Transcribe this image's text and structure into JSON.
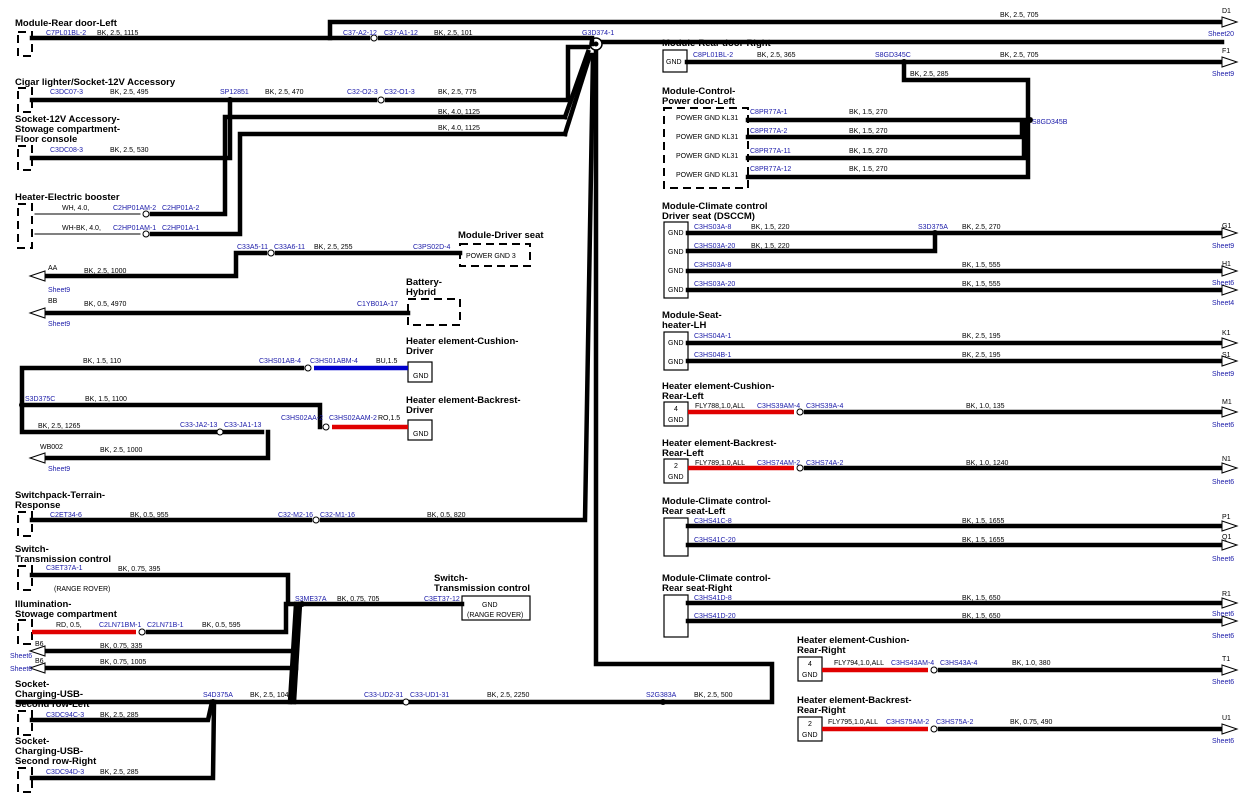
{
  "components": {
    "rear_door_left": "Module-Rear door-Left",
    "cigar_lighter": "Cigar lighter/Socket-12V Accessory",
    "socket_12v_1": "Socket-12V Accessory-",
    "socket_12v_2": "Stowage compartment-",
    "socket_12v_3": "Floor console",
    "heater_booster": "Heater-Electric booster",
    "driver_seat": "Module-Driver seat",
    "battery_1": "Battery-",
    "battery_2": "Hybrid",
    "cushion_driver_1": "Heater element-Cushion-",
    "cushion_driver_2": "Driver",
    "backrest_driver_1": "Heater element-Backrest-",
    "backrest_driver_2": "Driver",
    "terrain_1": "Switchpack-Terrain-",
    "terrain_2": "Response",
    "trans_ctrl_1": "Switch-",
    "trans_ctrl_2": "Transmission control",
    "trans_ctrl_r1": "Switch-",
    "trans_ctrl_r2": "Transmission control",
    "illum_1": "Illumination-",
    "illum_2": "Stowage compartment",
    "usb_left_1": "Socket-",
    "usb_left_2": "Charging-USB-",
    "usb_left_3": "Second row-Left",
    "usb_right_1": "Socket-",
    "usb_right_2": "Charging-USB-",
    "usb_right_3": "Second row-Right",
    "rear_door_right": "Module-Rear door-Right",
    "power_door_1": "Module-Control-",
    "power_door_2": "Power door-Left",
    "dsccm_1": "Module-Climate control",
    "dsccm_2": "Driver seat (DSCCM)",
    "seat_heater_1": "Module-Seat-",
    "seat_heater_2": "heater-LH",
    "cushion_rl_1": "Heater element-Cushion-",
    "cushion_rl_2": "Rear-Left",
    "backrest_rl_1": "Heater element-Backrest-",
    "backrest_rl_2": "Rear-Left",
    "cc_rear_left_1": "Module-Climate control-",
    "cc_rear_left_2": "Rear seat-Left",
    "cc_rear_right_1": "Module-Climate control-",
    "cc_rear_right_2": "Rear seat-Right",
    "cushion_rr_1": "Heater element-Cushion-",
    "cushion_rr_2": "Rear-Right",
    "backrest_rr_1": "Heater element-Backrest-",
    "backrest_rr_2": "Rear-Right"
  },
  "pins": {
    "power_gnd_3": "POWER GND 3",
    "gnd": "GND",
    "range_rover": "(RANGE ROVER)",
    "power_gnd_kl31": "POWER GND KL31",
    "pin_2": "2",
    "pin_4": "4"
  },
  "connectors": {
    "c7pl01bl_2": "C7PL01BL-2",
    "c37_a2_12": "C37-A2-12",
    "c37_a1_12": "C37-A1-12",
    "g3d374_1": "G3D374-1",
    "c3dc07_3": "C3DC07-3",
    "sp12851": "SP12851",
    "c32_o2_3": "C32-O2-3",
    "c32_o1_3": "C32-O1-3",
    "c3dc08_3": "C3DC08-3",
    "c2hp01am_2": "C2HP01AM-2",
    "c2hp01a_2": "C2HP01A-2",
    "c2hp01am_1": "C2HP01AM-1",
    "c2hp01a_1": "C2HP01A-1",
    "c33a5_11": "C33A5-11",
    "c33a6_11": "C33A6-11",
    "c3ps02d_4": "C3PS02D-4",
    "c1yb01a_17": "C1YB01A-17",
    "c3hs01ab_4": "C3HS01AB-4",
    "c3hs01abm_4": "C3HS01ABM-4",
    "s3d375c": "S3D375C",
    "c3hs02aa_2": "C3HS02AA-2",
    "c3hs02aam_2": "C3HS02AAM-2",
    "c33_ja2_13": "C33-JA2-13",
    "c33_ja1_13": "C33-JA1-13",
    "c2et34_6": "C2ET34-6",
    "c32_m2_16": "C32-M2-16",
    "c32_m1_16": "C32-M1-16",
    "c3et37a_1": "C3ET37A-1",
    "s3me37a": "S3ME37A",
    "c3et37_12": "C3ET37-12",
    "c2ln71bm_1": "C2LN71BM-1",
    "c2ln71b_1": "C2LN71B-1",
    "s4d375a": "S4D375A",
    "c33_ud2_31": "C33-UD2-31",
    "c33_ud1_31": "C33-UD1-31",
    "s2g383a": "S2G383A",
    "c3dc94c_3": "C3DC94C-3",
    "c3dc94d_3": "C3DC94D-3",
    "c8pl01bl_2": "C8PL01BL-2",
    "s8gd345c": "S8GD345C",
    "s8gd345b": "S8GD345B",
    "c8pr77a_1": "C8PR77A-1",
    "c8pr77a_2": "C8PR77A-2",
    "c8pr77a_11": "C8PR77A-11",
    "c8pr77a_12": "C8PR77A-12",
    "c3hs03a_8a": "C3HS03A-8",
    "c3hs03a_20a": "C3HS03A-20",
    "s3d375a": "S3D375A",
    "c3hs03a_8b": "C3HS03A-8",
    "c3hs03a_20b": "C3HS03A-20",
    "c3hs04a_1": "C3HS04A-1",
    "c3hs04b_1": "C3HS04B-1",
    "c3hs39am_4": "C3HS39AM-4",
    "c3hs39a_4": "C3HS39A-4",
    "c3hs74am_2": "C3HS74AM-2",
    "c3hs74a_2": "C3HS74A-2",
    "c3hs41c_8": "C3HS41C-8",
    "c3hs41c_20": "C3HS41C-20",
    "c3hs41d_8": "C3HS41D-8",
    "c3hs41d_20": "C3HS41D-20",
    "c3hs43am_4": "C3HS43AM-4",
    "c3hs43a_4": "C3HS43A-4",
    "c3hs75am_2": "C3HS75AM-2",
    "c3hs75a_2": "C3HS75A-2"
  },
  "wires": {
    "d1_top": "BK, 2.5, 705",
    "rdl": "BK, 2.5, 1115",
    "rdl2": "BK, 2.5, 101",
    "cig1": "BK, 2.5, 495",
    "cig2": "BK, 2.5, 470",
    "cig3": "BK, 2.5, 775",
    "w1125a": "BK, 4.0, 1125",
    "w1125b": "BK, 4.0, 1125",
    "sock530": "BK, 2.5, 530",
    "heat1": "WH, 4.0,",
    "heat2": "WH-BK, 4.0,",
    "seat255": "BK, 2.5, 255",
    "aa1000": "BK, 2.5, 1000",
    "bb4970": "BK, 0.5, 4970",
    "w110": "BK, 1.5, 110",
    "bu15": "BU,1.5",
    "w1100": "BK, 1.5, 1100",
    "w1265": "BK, 2.5, 1265",
    "ro15": "RO,1.5",
    "wb1000": "BK, 2.5, 1000",
    "terr955": "BK, 0.5, 955",
    "terr820": "BK, 0.5, 820",
    "tr395": "BK, 0.75, 395",
    "tr705": "BK, 0.75, 705",
    "rd05": "RD, 0.5,",
    "il595": "BK, 0.5, 595",
    "b335": "BK, 0.75, 335",
    "b1005": "BK, 0.75, 1005",
    "usb1040": "BK, 2.5, 1040",
    "usb2250": "BK, 2.5, 2250",
    "usb500": "BK, 2.5, 500",
    "usb285a": "BK, 2.5, 285",
    "usb285b": "BK, 2.5, 285",
    "rdr365": "BK, 2.5, 365",
    "rdr705": "BK, 2.5, 705",
    "rdr285": "BK, 2.5, 285",
    "pd270a": "BK, 1.5, 270",
    "pd270b": "BK, 1.5, 270",
    "pd270c": "BK, 1.5, 270",
    "pd270d": "BK, 1.5, 270",
    "ds220a": "BK, 1.5, 220",
    "ds220b": "BK, 1.5, 220",
    "ds270": "BK, 2.5, 270",
    "ds555a": "BK, 1.5, 555",
    "ds555b": "BK, 1.5, 555",
    "sh195a": "BK, 2.5, 195",
    "sh195b": "BK, 2.5, 195",
    "fly788": "FLY788,1.0,ALL",
    "m135": "BK, 1.0, 135",
    "fly789": "FLY789,1.0,ALL",
    "n1240": "BK, 1.0, 1240",
    "p1655a": "BK, 1.5, 1655",
    "p1655b": "BK, 1.5, 1655",
    "r650a": "BK, 1.5, 650",
    "r650b": "BK, 1.5, 650",
    "fly794": "FLY794,1.0,ALL",
    "t380": "BK, 1.0, 380",
    "fly795": "FLY795,1.0,ALL",
    "u490": "BK, 0.75, 490"
  },
  "offpage": {
    "aa": "AA",
    "bb": "BB",
    "wb002": "WB002",
    "b6a": "B6",
    "b6b": "B6",
    "d1": "D1",
    "f1": "F1",
    "g1": "G1",
    "h1": "H1",
    "k1": "K1",
    "s1": "S1",
    "m1": "M1",
    "n1": "N1",
    "p1": "P1",
    "q1": "Q1",
    "r1": "R1",
    "t1": "T1",
    "u1": "U1"
  },
  "sheets": {
    "s20": "Sheet20",
    "s9": "Sheet9",
    "s4": "Sheet4",
    "s6": "Sheet6"
  }
}
